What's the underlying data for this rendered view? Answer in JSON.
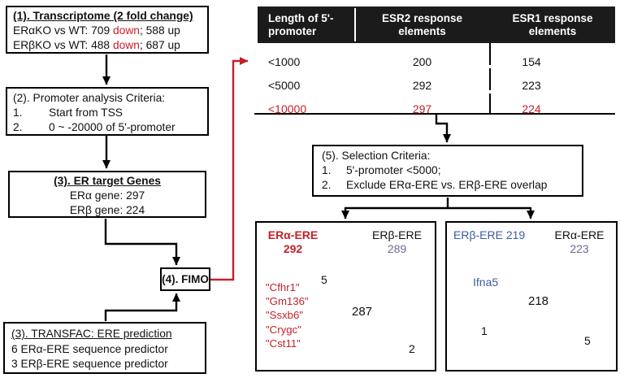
{
  "colors": {
    "red": "#c4212a",
    "blue": "#3c5ba5",
    "slate": "#6b6897",
    "header_bg": "#1b1b1b"
  },
  "flowchart": {
    "box1": {
      "title": "(1). Transcriptome (2 fold change)",
      "rows": [
        {
          "pre": "ERαKO vs WT: 709 ",
          "red": "down",
          "post": "; 588 up"
        },
        {
          "pre": "ERβKO vs WT: 488 ",
          "red": "down",
          "post": "; 687 up"
        }
      ]
    },
    "box2": {
      "title": "(2). Promoter analysis Criteria:",
      "items": [
        {
          "num": "1.",
          "text": "Start from TSS"
        },
        {
          "num": "2.",
          "text": "0 ~ -20000 of 5'-promoter"
        }
      ]
    },
    "box3": {
      "title": "(3). ER target Genes",
      "lines": [
        "ERα gene: 297",
        "ERβ gene: 224"
      ]
    },
    "fimo_label": "(4). FIMO",
    "transfac": {
      "title": "(3). TRANSFAC: ERE prediction",
      "lines": [
        "6 ERα-ERE sequence predictor",
        "3 ERβ-ERE sequence predictor"
      ]
    },
    "box5": {
      "title": "(5). Selection Criteria:",
      "items": [
        {
          "num": "1.",
          "text": "5'-promoter <5000;"
        },
        {
          "num": "2.",
          "text": "Exclude ERα-ERE vs. ERβ-ERE overlap"
        }
      ]
    }
  },
  "table": {
    "headers": [
      "Length of 5'-promoter",
      "ESR2 response elements",
      "ESR1 response elements"
    ],
    "rows": [
      {
        "length": "<1000",
        "esr2": "200",
        "esr1": "154"
      },
      {
        "length": "<5000",
        "esr2": "292",
        "esr1": "223"
      },
      {
        "length": "<10000",
        "esr2": "297",
        "esr1": "224"
      }
    ]
  },
  "venn_left": {
    "left_label": "ERα-ERE",
    "left_count": "292",
    "right_label": "ERβ-ERE",
    "right_count": "289",
    "genes": [
      "\"Cfhr1\"",
      "\"Gm136\"",
      "\"Ssxb6\"",
      "\"Crygc\"",
      "\"Cst11\""
    ],
    "left_only": "5",
    "overlap": "287",
    "right_only": "2"
  },
  "venn_right": {
    "left_label": "ERβ-ERE 219",
    "right_label": "ERα-ERE",
    "right_count": "223",
    "gene": "Ifna5",
    "left_only": "1",
    "overlap": "218",
    "right_only": "5"
  }
}
